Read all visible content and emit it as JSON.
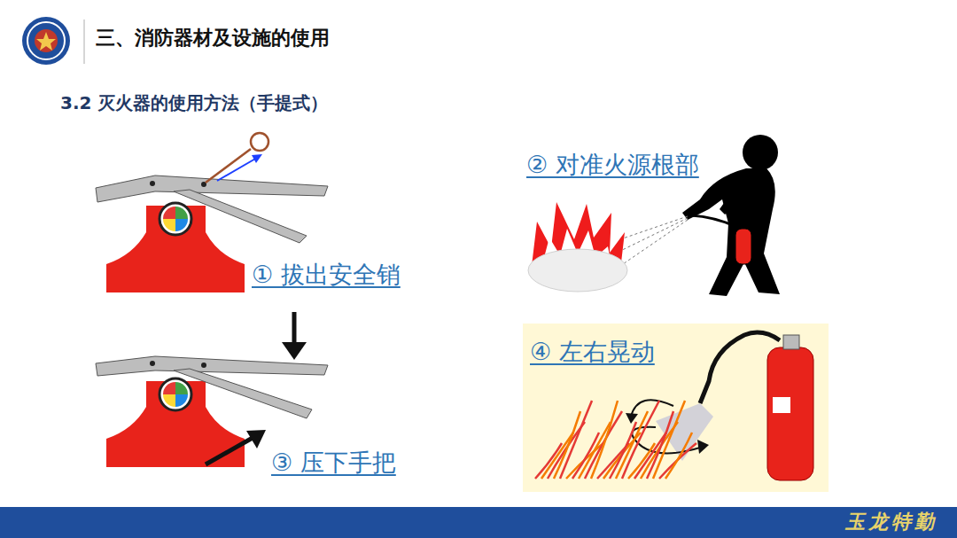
{
  "diagram": {
    "title": "三、消防器材及设施的使用",
    "nodes": [
      {
        "text": [
          "④ 左右晃动"
        ]
      },
      {
        "text": [
          "玉龙特勤"
        ]
      }
    ],
    "labels": [
      "3.2 灭火器的使用方法（手提式）",
      "① 拔出安全销",
      "② 对准火源根部",
      "③ 压下手把"
    ]
  }
}
